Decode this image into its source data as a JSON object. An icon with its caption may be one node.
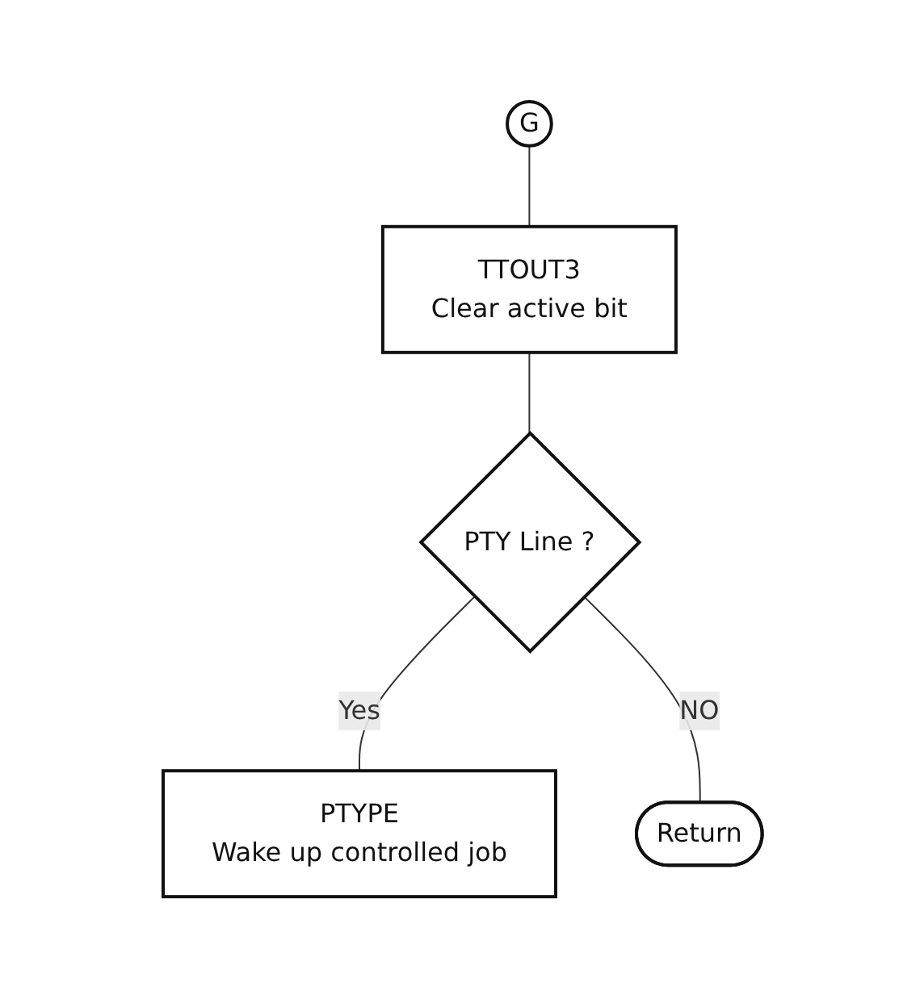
{
  "diagram": {
    "nodes": [
      {
        "text": [
          "G"
        ]
      },
      {
        "text": [
          "TTOUT3",
          "Clear active bit"
        ]
      },
      {
        "text": [
          "PTY Line ?"
        ]
      },
      {
        "text": [
          "PTYPE",
          "Wake up controlled job"
        ]
      },
      {
        "text": [
          "Return"
        ]
      }
    ],
    "edges": [
      {
        "from": 0,
        "to": 1,
        "arrow": "none"
      },
      {
        "from": 1,
        "to": 2,
        "arrow": "none"
      },
      {
        "from": 2,
        "to": 3,
        "label": "Yes",
        "arrow": "none"
      },
      {
        "from": 2,
        "to": 4,
        "label": "NO",
        "arrow": "none"
      }
    ]
  }
}
